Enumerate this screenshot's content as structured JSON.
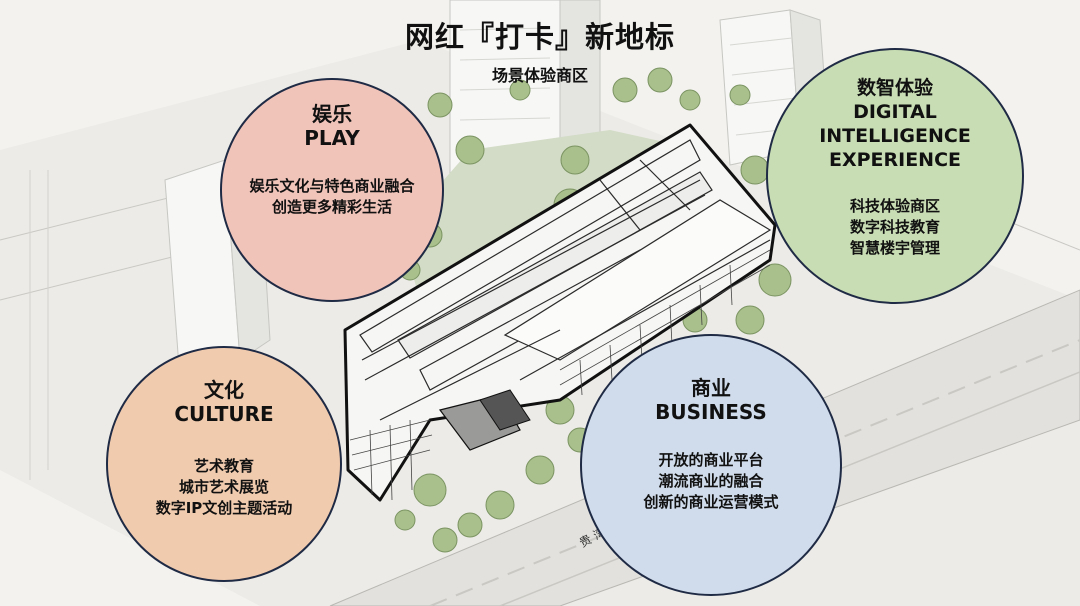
{
  "header": {
    "title": "网红『打卡』新地标",
    "subtitle": "场景体验商区"
  },
  "circles": {
    "play": {
      "title_cn": "娱乐",
      "title_en": "PLAY",
      "lines": [
        "娱乐文化与特色商业融合",
        "创造更多精彩生活"
      ],
      "color": "#f1c4ba"
    },
    "digital": {
      "title_cn": "数智体验",
      "title_en": [
        "DIGITAL",
        "INTELLIGENCE",
        "EXPERIENCE"
      ],
      "lines": [
        "科技体验商区",
        "数字科技教育",
        "智慧楼宇管理"
      ],
      "color": "#c8ddb4"
    },
    "culture": {
      "title_cn": "文化",
      "title_en": "CULTURE",
      "lines": [
        "艺术教育",
        "城市艺术展览",
        "数字IP文创主题活动"
      ],
      "color": "#f1cbae"
    },
    "business": {
      "title_cn": "商业",
      "title_en": "BUSINESS",
      "lines": [
        "开放的商业平台",
        "潮流商业的融合",
        "创新的商业运营模式"
      ],
      "color": "#d0dceb"
    }
  },
  "road_label": "贵 湾 大 道"
}
